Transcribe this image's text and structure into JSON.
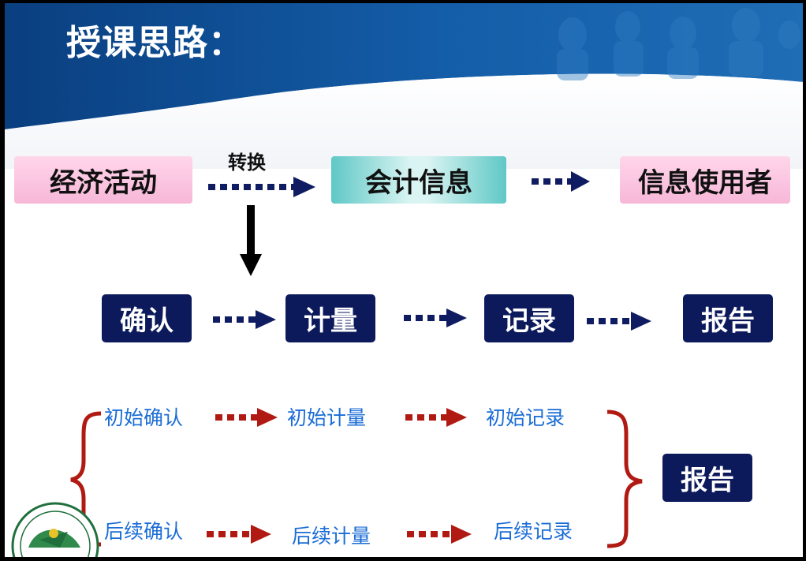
{
  "title": "授课思路：",
  "row1": {
    "economic_activity": "经济活动",
    "transform_label": "转换",
    "accounting_info": "会计信息",
    "info_users": "信息使用者"
  },
  "row2": {
    "confirm": "确认",
    "measure": "计量",
    "record": "记录",
    "report": "报告"
  },
  "row3": {
    "initial_confirm": "初始确认",
    "initial_measure": "初始计量",
    "initial_record": "初始记录",
    "subsequent_confirm": "后续确认",
    "subsequent_measure": "后续计量",
    "subsequent_record": "后续记录",
    "report": "报告"
  },
  "colors": {
    "header_blue": "#0a4a8f",
    "navy_box": "#0c1a5c",
    "blue_text": "#1b6dd6",
    "red_arrow": "#b01a12",
    "dark_arrow": "#101c62"
  }
}
